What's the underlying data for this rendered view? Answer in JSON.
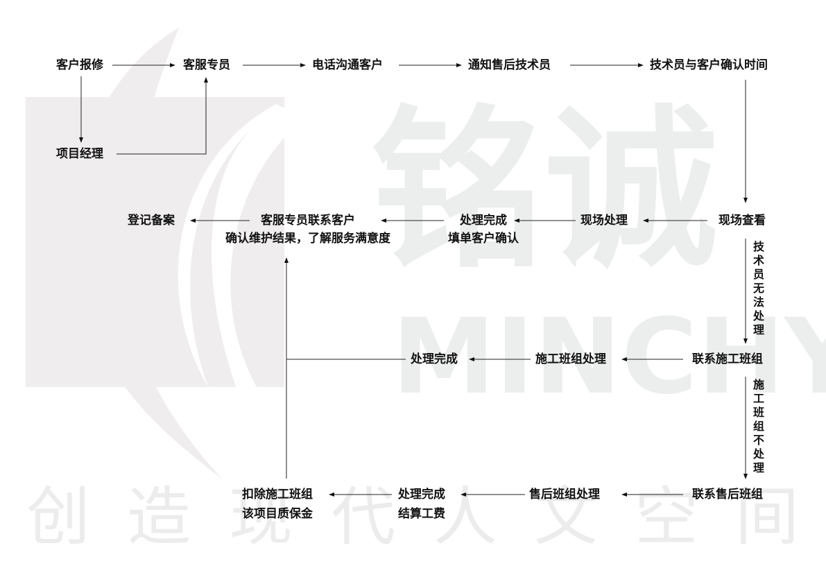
{
  "watermark": {
    "brand_cn": "铭诚",
    "brand_en": "MINCHY",
    "slogan": [
      "创",
      "造",
      "现",
      "代",
      "人",
      "文",
      "空",
      "间"
    ],
    "color": "#eceded"
  },
  "flow": {
    "row1": {
      "customer_report": "客户报修",
      "cs_specialist": "客服专员",
      "phone_customer": "电话沟通客户",
      "notify_technician": "通知售后技术员",
      "confirm_time": "技术员与客户确认时间"
    },
    "project_manager": "项目经理",
    "row2": {
      "register": "登记备案",
      "cs_contact_line1": "客服专员联系客户",
      "cs_contact_line2": "确认维护结果，了解服务满意度",
      "done_line1": "处理完成",
      "done_line2": "填单客户确认",
      "onsite_handle": "现场处理",
      "onsite_check": "现场查看"
    },
    "edge_tech_cannot": "技术员无法处理",
    "row3": {
      "done": "处理完成",
      "crew_handle": "施工班组处理",
      "contact_crew": "联系施工班组"
    },
    "edge_crew_refuse": "施工班组不处理",
    "row4": {
      "deduct_line1": "扣除施工班组",
      "deduct_line2": "该项目质保金",
      "done_line1": "处理完成",
      "done_line2": "结算工费",
      "aftersales_handle": "售后班组处理",
      "contact_aftersales": "联系售后班组"
    }
  }
}
